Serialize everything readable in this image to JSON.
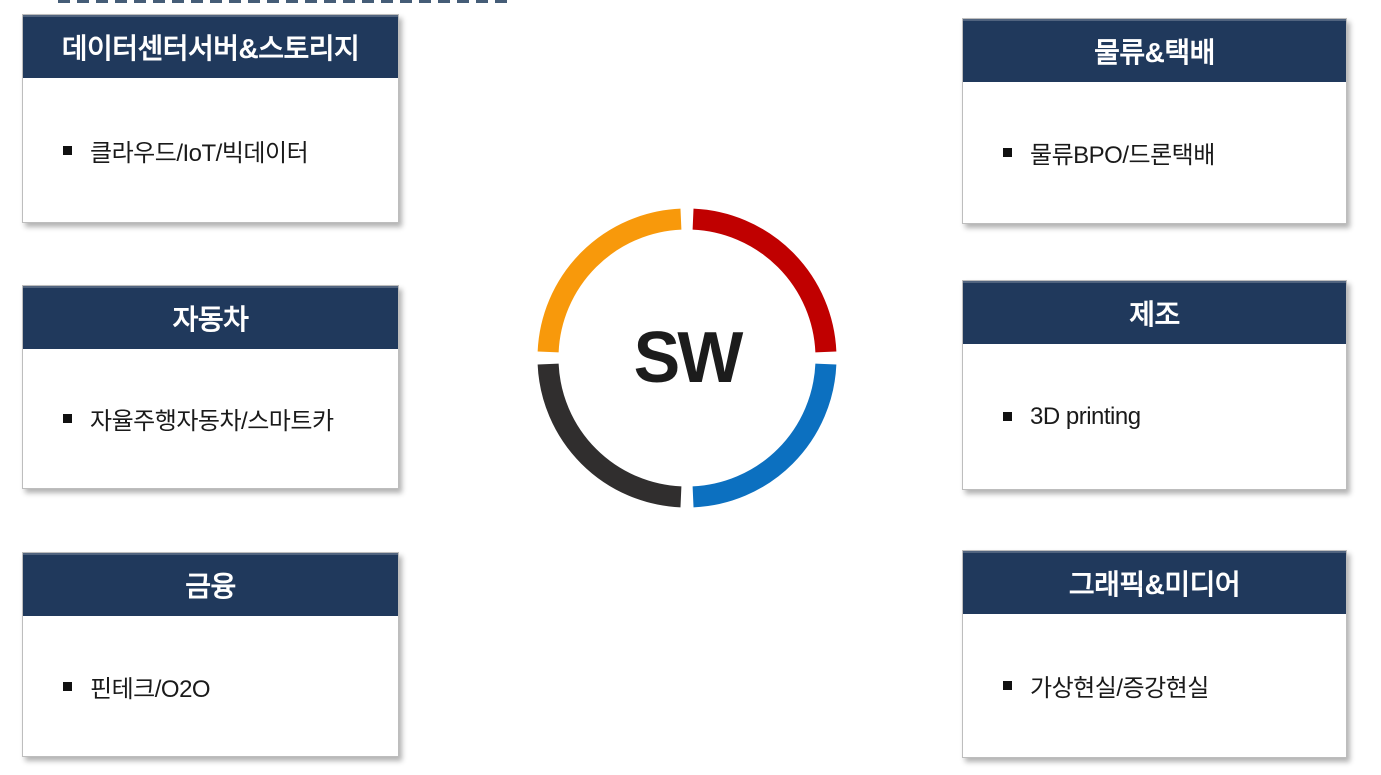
{
  "page": {
    "background_color": "#ffffff",
    "top_edge_dashed_line_color": "#24405f"
  },
  "style_colors": {
    "header_bg": "#20395C",
    "header_text": "#FFFFFF",
    "panel_border": "#BDBDBD",
    "body_text": "#1A1A1A"
  },
  "icons": {
    "bullet": "black-square-bullet"
  },
  "center": {
    "label": "SW",
    "ring_segments": [
      {
        "name": "top-left",
        "color": "#F8990B"
      },
      {
        "name": "top-right",
        "color": "#C00000"
      },
      {
        "name": "bottom-right",
        "color": "#0C70C0"
      },
      {
        "name": "bottom-left",
        "color": "#302E2E"
      }
    ]
  },
  "panels": [
    {
      "side": "left",
      "title": "데이터센터서버&스토리지",
      "items": [
        "클라우드/IoT/빅데이터"
      ]
    },
    {
      "side": "left",
      "title": "자동차",
      "items": [
        "자율주행자동차/스마트카"
      ]
    },
    {
      "side": "left",
      "title": "금융",
      "items": [
        "핀테크/O2O"
      ]
    },
    {
      "side": "right",
      "title": "물류&택배",
      "items": [
        "물류BPO/드론택배"
      ]
    },
    {
      "side": "right",
      "title": "제조",
      "items": [
        "3D printing"
      ]
    },
    {
      "side": "right",
      "title": "그래픽&미디어",
      "items": [
        "가상현실/증강현실"
      ]
    }
  ]
}
